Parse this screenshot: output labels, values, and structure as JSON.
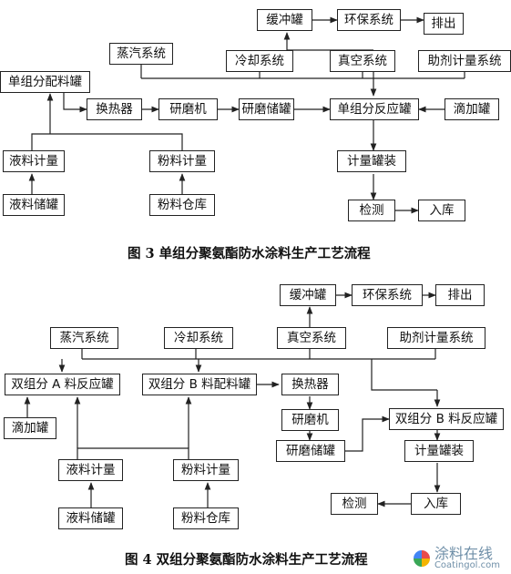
{
  "fig3": {
    "caption": "图 3   单组分聚氨酯防水涂料生产工艺流程",
    "nodes": {
      "buffer_tank": "缓冲罐",
      "env_system": "环保系统",
      "discharge": "排出",
      "steam": "蒸汽系统",
      "cooling": "冷却系统",
      "vacuum": "真空系统",
      "additive_meter": "助剂计量系统",
      "mix_tank": "单组分配料罐",
      "heat_exchanger": "换热器",
      "grinder": "研磨机",
      "grind_storage": "研磨储罐",
      "reactor": "单组分反应罐",
      "drip_tank": "滴加罐",
      "liquid_meter": "液料计量",
      "powder_meter": "粉料计量",
      "canning": "计量罐装",
      "liquid_storage": "液料储罐",
      "powder_store": "粉料仓库",
      "inspect": "检测",
      "warehouse": "入库"
    }
  },
  "fig4": {
    "caption": "图 4   双组分聚氨酯防水涂料生产工艺流程",
    "nodes": {
      "buffer_tank": "缓冲罐",
      "env_system": "环保系统",
      "discharge": "排出",
      "steam": "蒸汽系统",
      "cooling": "冷却系统",
      "vacuum": "真空系统",
      "additive_meter": "助剂计量系统",
      "a_reactor": "双组分 A 料反应罐",
      "b_mix": "双组分 B 料配料罐",
      "heat_exchanger": "换热器",
      "drip_tank": "滴加罐",
      "grinder": "研磨机",
      "b_reactor": "双组分 B 料反应罐",
      "grind_storage": "研磨储罐",
      "canning": "计量罐装",
      "liquid_meter": "液料计量",
      "powder_meter": "粉料计量",
      "inspect": "检测",
      "warehouse": "入库",
      "liquid_storage": "液料储罐",
      "powder_store": "粉料仓库"
    }
  },
  "watermark": {
    "cn": "涂料在线",
    "en": "Coatingol.com"
  }
}
